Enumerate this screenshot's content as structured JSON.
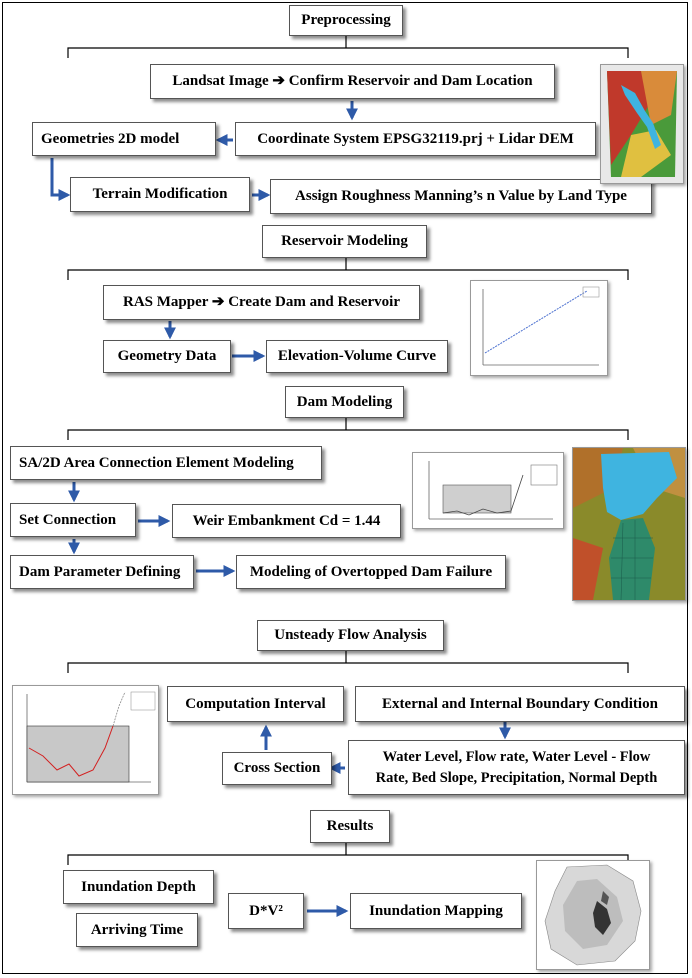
{
  "diagram": {
    "preprocessing": {
      "title": "Preprocessing",
      "landsat": "Landsat Image ➔ Confirm Reservoir and Dam Location",
      "geometries": "Geometries 2D model",
      "coordinate": "Coordinate System EPSG32119.prj + Lidar DEM",
      "terrain": "Terrain Modification",
      "roughness": "Assign Roughness Manning’s n Value by Land Type"
    },
    "reservoir": {
      "title": "Reservoir Modeling",
      "ras_mapper": "RAS Mapper ➔ Create Dam and Reservoir",
      "geometry_data": "Geometry Data",
      "elev_volume": "Elevation-Volume Curve"
    },
    "dam": {
      "title": "Dam Modeling",
      "sa2d": "SA/2D Area Connection Element Modeling",
      "set_connection": "Set Connection",
      "weir": "Weir Embankment Cd = 1.44",
      "dam_param": "Dam Parameter Defining",
      "overtopped": "Modeling of Overtopped Dam Failure"
    },
    "unsteady": {
      "title": "Unsteady Flow Analysis",
      "computation": "Computation Interval",
      "boundary": "External and Internal Boundary Condition",
      "cross_section": "Cross Section",
      "water_level_1": "Water Level, Flow rate, Water Level - Flow",
      "water_level_2": "Rate, Bed Slope, Precipitation, Normal Depth"
    },
    "results": {
      "title": "Results",
      "inundation_depth": "Inundation Depth",
      "arriving_time": "Arriving Time",
      "dv2": "D*V²",
      "inundation_mapping": "Inundation Mapping"
    }
  },
  "colors": {
    "arrow": "#2e5aa8",
    "line": "#000000",
    "terrain_high": "#c0392b",
    "terrain_low": "#4a9a3a",
    "water": "#3fb4e0"
  }
}
